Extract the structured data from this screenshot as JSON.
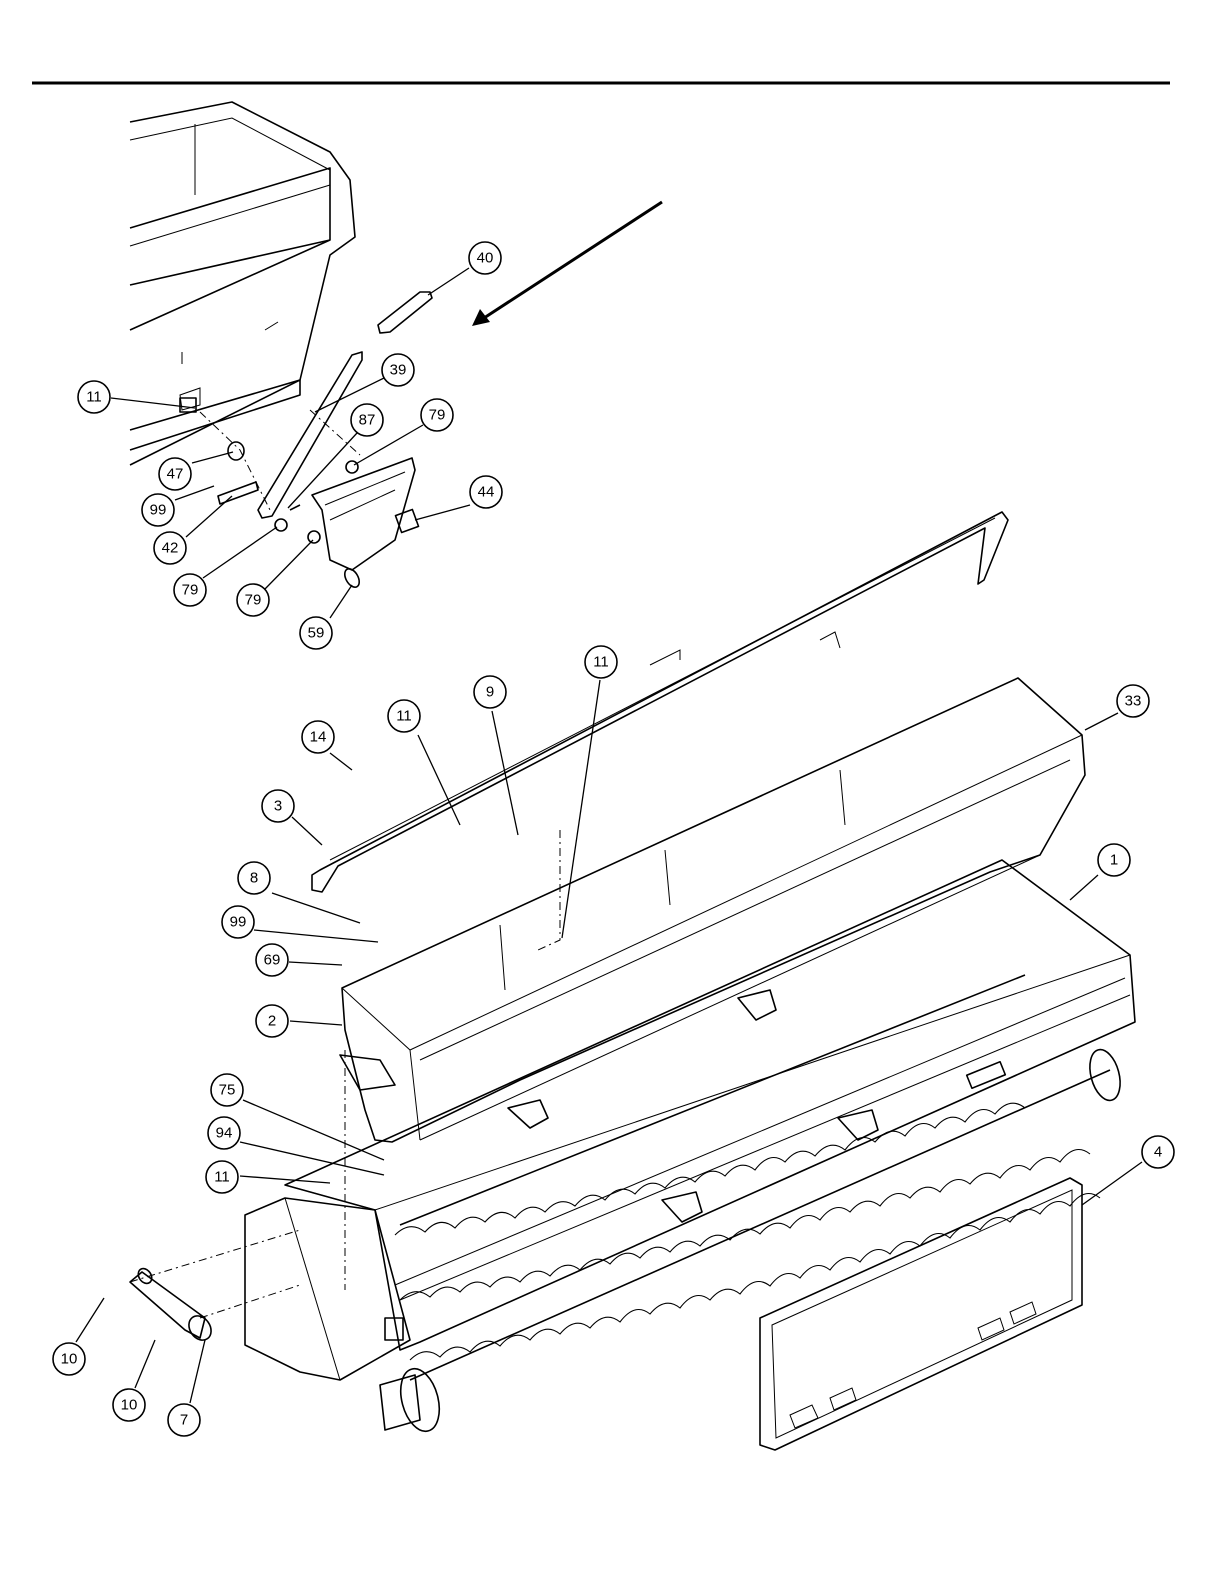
{
  "callouts": [
    {
      "label": "40"
    },
    {
      "label": "39"
    },
    {
      "label": "11"
    },
    {
      "label": "87"
    },
    {
      "label": "79"
    },
    {
      "label": "47"
    },
    {
      "label": "99"
    },
    {
      "label": "42"
    },
    {
      "label": "44"
    },
    {
      "label": "79"
    },
    {
      "label": "79"
    },
    {
      "label": "59"
    },
    {
      "label": "11"
    },
    {
      "label": "9"
    },
    {
      "label": "11"
    },
    {
      "label": "33"
    },
    {
      "label": "14"
    },
    {
      "label": "3"
    },
    {
      "label": "1"
    },
    {
      "label": "8"
    },
    {
      "label": "99"
    },
    {
      "label": "69"
    },
    {
      "label": "2"
    },
    {
      "label": "75"
    },
    {
      "label": "94"
    },
    {
      "label": "11"
    },
    {
      "label": "4"
    },
    {
      "label": "10"
    },
    {
      "label": "10"
    },
    {
      "label": "7"
    }
  ]
}
